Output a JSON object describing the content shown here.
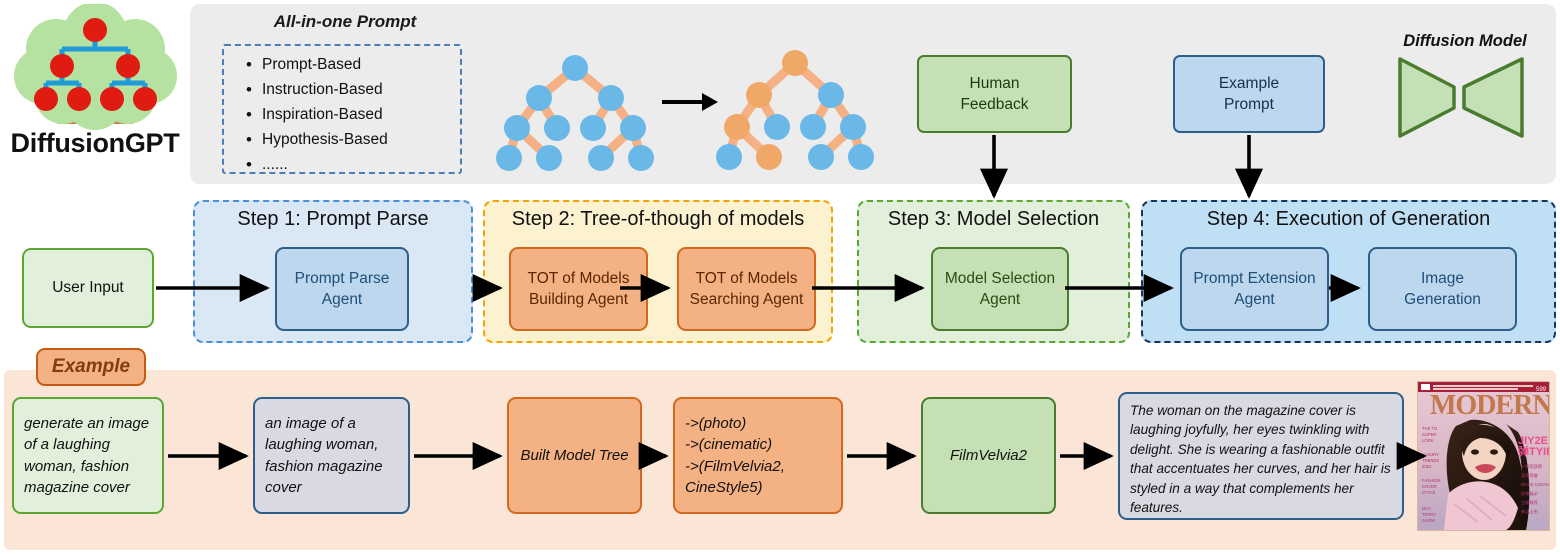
{
  "logo": {
    "title": "DiffusionGPT",
    "icon": "tree-icon"
  },
  "header": {
    "all_in_one_prompt": {
      "title": "All-in-one Prompt",
      "items": [
        {
          "bullet": "•",
          "label": "Prompt-Based"
        },
        {
          "bullet": "•",
          "label": "Instruction-Based"
        },
        {
          "bullet": "•",
          "label": "Inspiration-Based"
        },
        {
          "bullet": "•",
          "label": "Hypothesis-Based"
        },
        {
          "bullet": "•",
          "label": "......"
        }
      ]
    },
    "tree_transform": {
      "left_tree_name": "candidate-model-tree",
      "right_tree_name": "selected-path-model-tree",
      "arrow": "→"
    },
    "human_feedback": "Human\nFeedback",
    "example_prompt": "Example\nPrompt",
    "diffusion_model_label": "Diffusion Model"
  },
  "pipeline": {
    "user_input": "User Input",
    "steps": [
      {
        "title": "Step 1: Prompt Parse",
        "accent": "#4a90d9",
        "boxes": [
          {
            "label": "Prompt Parse\nAgent",
            "style": "blue"
          }
        ]
      },
      {
        "title": "Step 2: Tree-of-though of models",
        "accent": "#f0a500",
        "boxes": [
          {
            "label": "TOT of Models\nBuilding Agent",
            "style": "orange"
          },
          {
            "label": "TOT of Models\nSearching Agent",
            "style": "orange"
          }
        ]
      },
      {
        "title": "Step 3: Model Selection",
        "accent": "#5aa832",
        "boxes": [
          {
            "label": "Model Selection\nAgent",
            "style": "green"
          }
        ]
      },
      {
        "title": "Step 4: Execution of Generation",
        "accent": "#17365d",
        "boxes": [
          {
            "label": "Prompt Extension\nAgent",
            "style": "blue"
          },
          {
            "label": "Image\nGeneration",
            "style": "blue"
          }
        ]
      }
    ]
  },
  "example": {
    "badge": "Example",
    "boxes": [
      {
        "name": "user-prompt",
        "text": "generate an image of a laughing woman, fashion magazine cover"
      },
      {
        "name": "parsed-prompt",
        "text": "an image of a laughing woman, fashion magazine cover"
      },
      {
        "name": "built-model-tree",
        "text": "Built Model Tree"
      },
      {
        "name": "tree-search-path",
        "text": "->(photo)\n->(cinematic)\n->(FilmVelvia2,\n     CineStyle5)"
      },
      {
        "name": "selected-model",
        "text": "FilmVelvia2"
      },
      {
        "name": "extended-prompt",
        "text": "The woman on the magazine cover is laughing joyfully, her eyes twinkling with delight. She is wearing a fashionable outfit that accentuates her curves, and her hair is styled in a way that complements her features."
      },
      {
        "name": "generated-image",
        "text": "magazine-cover-image"
      }
    ]
  },
  "colors": {
    "header_panel": "#ececec",
    "example_panel": "#fbe5d6",
    "blue_fill": "#bdd7ee",
    "orange_fill": "#f4b183",
    "green_fill": "#c5e0b4",
    "tree_blue_node": "#6ab8e8",
    "tree_orange_node": "#f0a868",
    "tree_edge": "#f5b183"
  }
}
